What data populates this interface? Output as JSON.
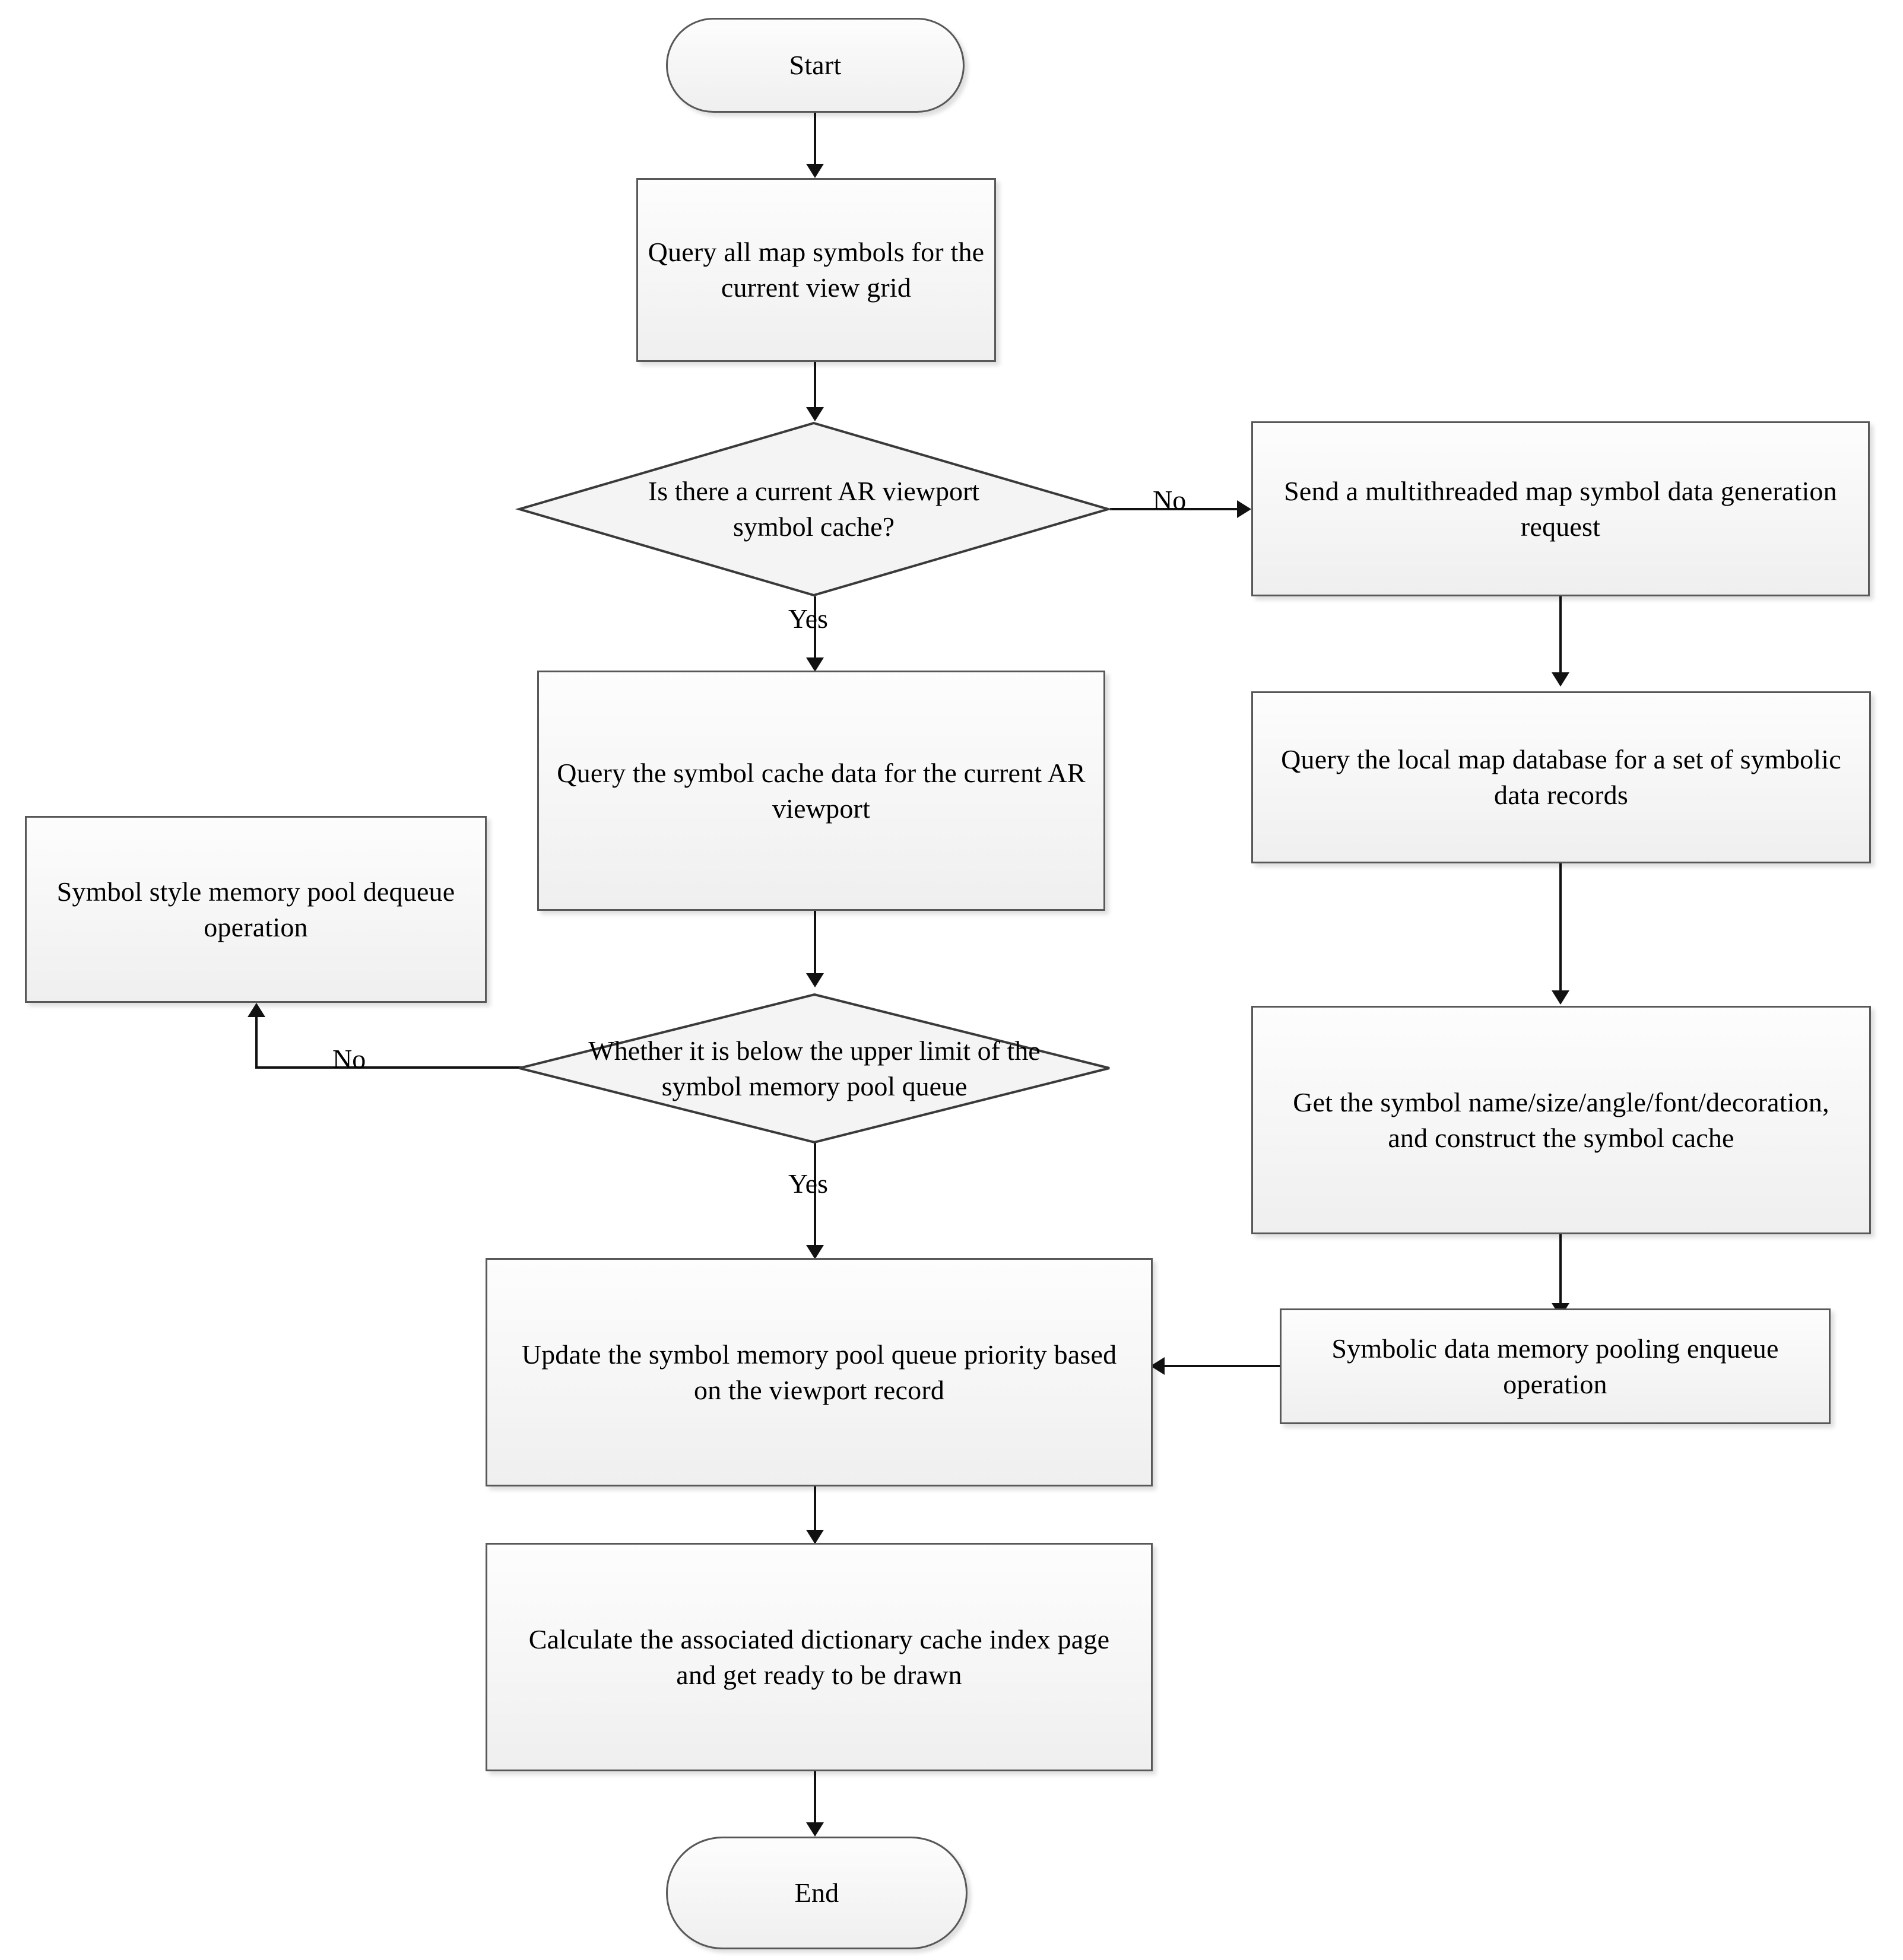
{
  "diagram": {
    "type": "flowchart",
    "title": "AR map symbol cache and memory pool processing flow",
    "orientation": "top-to-bottom",
    "shape_fill": "#f4f4f4",
    "shape_stroke": "#585858",
    "connector_color": "#111111",
    "background": "#ffffff"
  },
  "nodes": {
    "start": {
      "label": "Start",
      "shape": "terminator"
    },
    "query_all_symbols": {
      "label": "Query all map symbols for the current view grid",
      "shape": "process"
    },
    "decision_cache": {
      "label": "Is there a current AR viewport symbol cache?",
      "shape": "decision"
    },
    "send_request": {
      "label": "Send a multithreaded map symbol data generation request",
      "shape": "process"
    },
    "query_cache_data": {
      "label": "Query the symbol cache data for the current AR viewport",
      "shape": "process"
    },
    "query_local_db": {
      "label": "Query the local map database for a set of symbolic data records",
      "shape": "process"
    },
    "symbol_style_dequeue": {
      "label": "Symbol style memory pool dequeue operation",
      "shape": "process"
    },
    "decision_upper_limit": {
      "label": "Whether it is below the upper limit of the symbol memory pool queue",
      "shape": "decision"
    },
    "get_symbol_attrs": {
      "label": "Get the symbol name/size/angle/font/decoration, and construct the symbol cache",
      "shape": "process"
    },
    "symbolic_enqueue": {
      "label": "Symbolic data memory pooling enqueue operation",
      "shape": "process"
    },
    "update_priority": {
      "label": "Update the symbol memory pool queue priority based on the viewport record",
      "shape": "process"
    },
    "calculate_index": {
      "label": "Calculate the associated dictionary cache index page and get ready to be drawn",
      "shape": "process"
    },
    "end": {
      "label": "End",
      "shape": "terminator"
    }
  },
  "edge_labels": {
    "cache_no": "No",
    "cache_yes": "Yes",
    "limit_no": "No",
    "limit_yes": "Yes"
  },
  "edges": [
    {
      "from": "start",
      "to": "query_all_symbols",
      "label": ""
    },
    {
      "from": "query_all_symbols",
      "to": "decision_cache",
      "label": ""
    },
    {
      "from": "decision_cache",
      "to": "send_request",
      "label": "No"
    },
    {
      "from": "decision_cache",
      "to": "query_cache_data",
      "label": "Yes"
    },
    {
      "from": "send_request",
      "to": "query_local_db",
      "label": ""
    },
    {
      "from": "query_local_db",
      "to": "get_symbol_attrs",
      "label": ""
    },
    {
      "from": "get_symbol_attrs",
      "to": "symbolic_enqueue",
      "label": ""
    },
    {
      "from": "symbolic_enqueue",
      "to": "update_priority",
      "label": ""
    },
    {
      "from": "query_cache_data",
      "to": "decision_upper_limit",
      "label": ""
    },
    {
      "from": "decision_upper_limit",
      "to": "symbol_style_dequeue",
      "label": "No"
    },
    {
      "from": "decision_upper_limit",
      "to": "update_priority",
      "label": "Yes"
    },
    {
      "from": "update_priority",
      "to": "calculate_index",
      "label": ""
    },
    {
      "from": "calculate_index",
      "to": "end",
      "label": ""
    }
  ]
}
